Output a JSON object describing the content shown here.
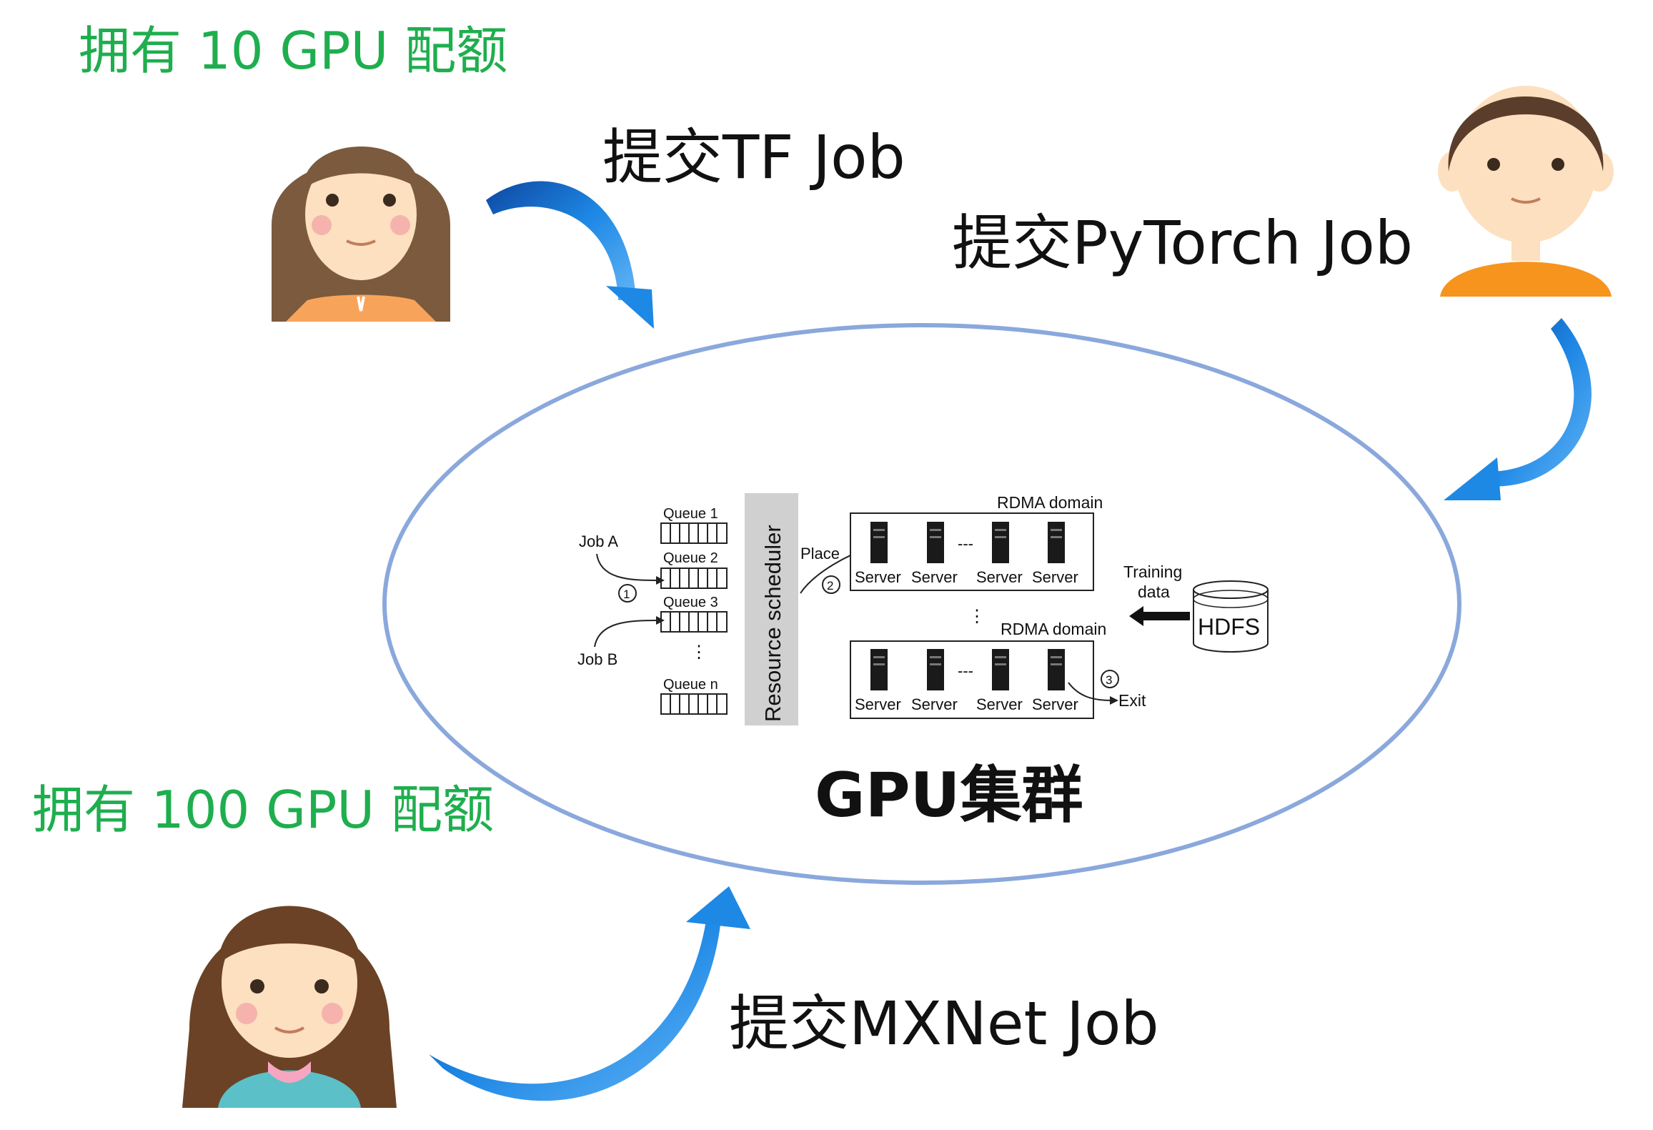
{
  "users": [
    {
      "quota": "拥有 10 GPU 配额",
      "submit": "提交TF Job"
    },
    {
      "quota": "",
      "submit": "提交PyTorch Job"
    },
    {
      "quota": "拥有 100 GPU 配额",
      "submit": "提交MXNet Job"
    }
  ],
  "cluster": {
    "title": "GPU集群",
    "scheduler": "Resource scheduler",
    "jobs": [
      "Job A",
      "Job B"
    ],
    "queues": [
      "Queue 1",
      "Queue 2",
      "Queue 3",
      "Queue n"
    ],
    "steps": [
      "1",
      "2",
      "3"
    ],
    "place": "Place",
    "rdma": "RDMA domain",
    "server": "Server",
    "training": "Training",
    "data": "data",
    "hdfs": "HDFS",
    "exit": "Exit"
  },
  "colors": {
    "quota_text": "#1fae4e",
    "arrow_blue": "#1e88e5",
    "ellipse_stroke": "#8aa8dc",
    "hair_brown": "#7b5a3e",
    "skin": "#fce0c0",
    "shirt_orange": "#f7941d",
    "shirt_teal": "#5bc0c8"
  }
}
